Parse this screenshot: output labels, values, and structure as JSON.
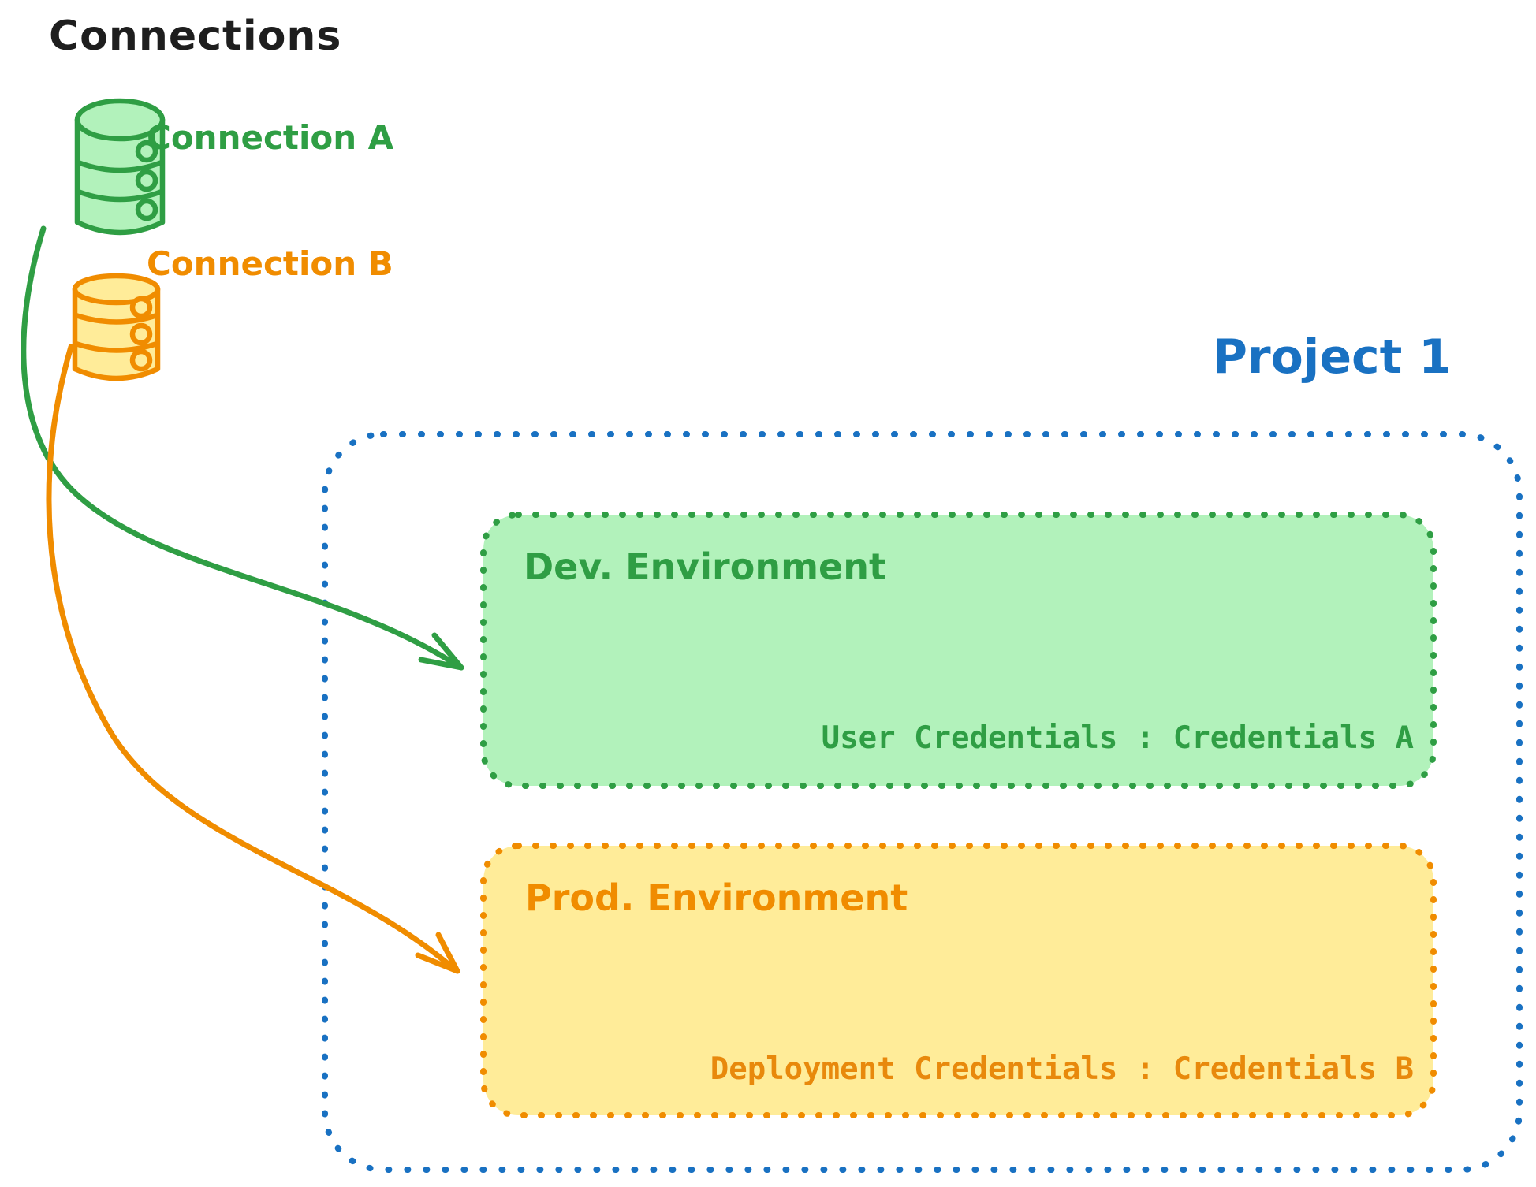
{
  "title": "Connections",
  "palette": {
    "ink": "#1e1e1e",
    "green_stroke": "#2f9e44",
    "green_fill": "#b2f2bb",
    "orange_stroke": "#f08c00",
    "orange_fill": "#ffec99",
    "blue_stroke": "#1971c2",
    "background": "#ffffff"
  },
  "connections": [
    {
      "label": "Connection A",
      "color": "#2f9e44",
      "icon": "database-icon"
    },
    {
      "label": "Connection B",
      "color": "#f08c00",
      "icon": "database-icon"
    }
  ],
  "project": {
    "label": "Project 1",
    "environments": [
      {
        "title": "Dev. Environment",
        "credentials_label": "User Credentials : Credentials A"
      },
      {
        "title": "Prod. Environment",
        "credentials_label": "Deployment Credentials : Credentials B"
      }
    ]
  },
  "arrows": [
    {
      "from": "Connection A",
      "to": "Dev. Environment",
      "color": "#2f9e44"
    },
    {
      "from": "Connection B",
      "to": "Prod. Environment",
      "color": "#f08c00"
    }
  ]
}
